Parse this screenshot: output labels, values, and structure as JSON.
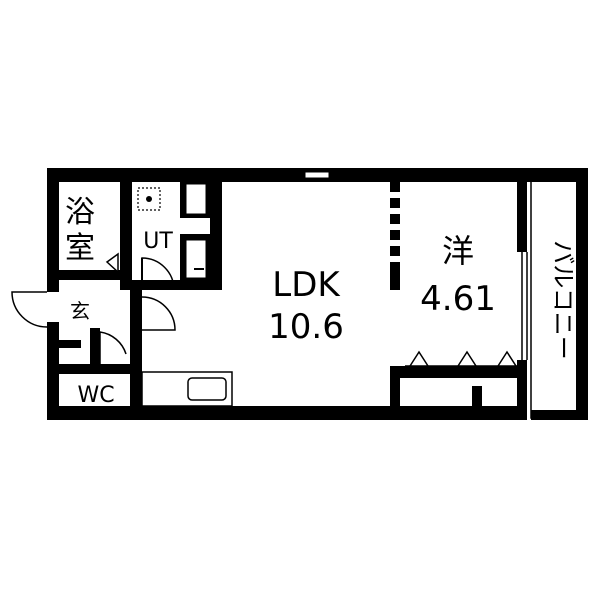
{
  "rooms": {
    "bath": {
      "line1": "浴",
      "line2": "室"
    },
    "ut": {
      "label": "UT"
    },
    "ldk": {
      "name": "LDK",
      "size": "10.6"
    },
    "western": {
      "name": "洋",
      "size": "4.61"
    },
    "balcony": {
      "label": "バルコニー"
    },
    "entrance": {
      "label": "玄"
    },
    "wc": {
      "label": "WC"
    }
  },
  "colors": {
    "wall": "#000000",
    "background": "#ffffff"
  }
}
